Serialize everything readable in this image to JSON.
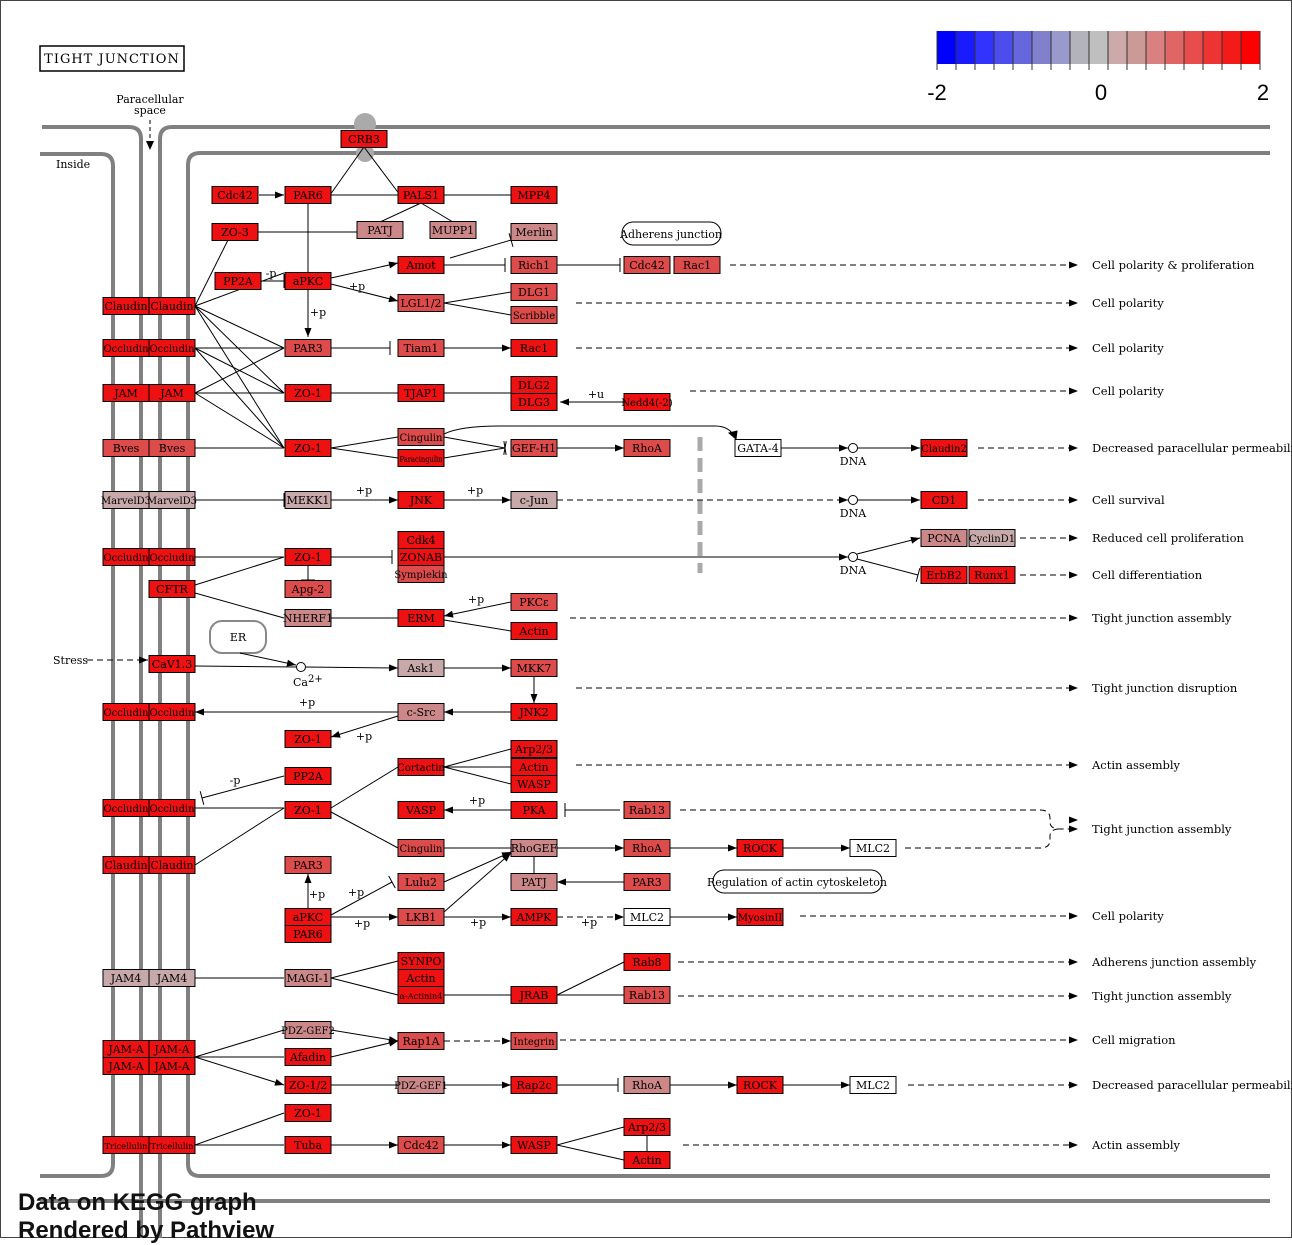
{
  "title": "TIGHT JUNCTION",
  "colorscale": {
    "min_label": "-2",
    "mid_label": "0",
    "max_label": "2",
    "colors": [
      "#0000ff",
      "#1a1aff",
      "#3333ff",
      "#4d4dee",
      "#6666dd",
      "#8080cc",
      "#9999cc",
      "#b3b3bb",
      "#bfbfbf",
      "#ccaaaa",
      "#cc9999",
      "#d98080",
      "#e06666",
      "#e84d4d",
      "#ee3333",
      "#f51a1a",
      "#ff0000"
    ]
  },
  "colors": {
    "red": "#ee1111",
    "mid": "#de4b4b",
    "pale": "#cc8888",
    "grey": "#c8a9a9",
    "white": "#ffffff",
    "membrane": "#808080"
  },
  "labels": {
    "paracellular": [
      "Paracellular",
      "space"
    ],
    "inside": "Inside",
    "stress": "Stress",
    "er": "ER",
    "ca": "Ca",
    "ca_charge": "2+",
    "dna": "DNA",
    "adherens": "Adherens junction",
    "regulation": "Regulation of actin cytoskeleton"
  },
  "nodes": [
    {
      "t": "CRB3",
      "c": "red"
    },
    {
      "t": "Cdc42",
      "c": "red"
    },
    {
      "t": "PAR6",
      "c": "red"
    },
    {
      "t": "PALS1",
      "c": "red"
    },
    {
      "t": "MPP4",
      "c": "red"
    },
    {
      "t": "ZO-3",
      "c": "red"
    },
    {
      "t": "PATJ",
      "c": "pale"
    },
    {
      "t": "MUPP1",
      "c": "pale"
    },
    {
      "t": "Merlin",
      "c": "pale"
    },
    {
      "t": "PP2A",
      "c": "red"
    },
    {
      "t": "aPKC",
      "c": "red"
    },
    {
      "t": "Amot",
      "c": "red"
    },
    {
      "t": "Rich1",
      "c": "mid"
    },
    {
      "t": "Cdc42",
      "c": "mid"
    },
    {
      "t": "Rac1",
      "c": "mid"
    },
    {
      "t": "Claudin",
      "c": "red"
    },
    {
      "t": "Claudin",
      "c": "red"
    },
    {
      "t": "LGL1/2",
      "c": "mid"
    },
    {
      "t": "DLG1",
      "c": "mid"
    },
    {
      "t": "Scribble",
      "c": "mid"
    },
    {
      "t": "Occludin",
      "c": "red"
    },
    {
      "t": "Occludin",
      "c": "red"
    },
    {
      "t": "PAR3",
      "c": "mid"
    },
    {
      "t": "Tiam1",
      "c": "mid"
    },
    {
      "t": "Rac1",
      "c": "red"
    },
    {
      "t": "JAM",
      "c": "red"
    },
    {
      "t": "JAM",
      "c": "red"
    },
    {
      "t": "ZO-1",
      "c": "red"
    },
    {
      "t": "TJAP1",
      "c": "red"
    },
    {
      "t": "DLG2",
      "c": "red"
    },
    {
      "t": "DLG3",
      "c": "red"
    },
    {
      "t": "Nedd4(-2)",
      "c": "red"
    },
    {
      "t": "Bves",
      "c": "mid"
    },
    {
      "t": "Bves",
      "c": "mid"
    },
    {
      "t": "ZO-1",
      "c": "red"
    },
    {
      "t": "Cingulin",
      "c": "mid"
    },
    {
      "t": "Paracingulin",
      "c": "red"
    },
    {
      "t": "GEF-H1",
      "c": "mid"
    },
    {
      "t": "RhoA",
      "c": "mid"
    },
    {
      "t": "GATA-4",
      "c": "white"
    },
    {
      "t": "Claudin2",
      "c": "red"
    },
    {
      "t": "MarvelD3",
      "c": "grey"
    },
    {
      "t": "MarvelD3",
      "c": "grey"
    },
    {
      "t": "MEKK1",
      "c": "grey"
    },
    {
      "t": "JNK",
      "c": "red"
    },
    {
      "t": "c-Jun",
      "c": "grey"
    },
    {
      "t": "CD1",
      "c": "red"
    },
    {
      "t": "Occludin",
      "c": "red"
    },
    {
      "t": "Occludin",
      "c": "red"
    },
    {
      "t": "ZO-1",
      "c": "red"
    },
    {
      "t": "Cdk4",
      "c": "red"
    },
    {
      "t": "ZONAB",
      "c": "red"
    },
    {
      "t": "Symplekin",
      "c": "mid"
    },
    {
      "t": "PCNA",
      "c": "pale"
    },
    {
      "t": "CyclinD1",
      "c": "grey"
    },
    {
      "t": "CFTR",
      "c": "red"
    },
    {
      "t": "Apg-2",
      "c": "mid"
    },
    {
      "t": "ErbB2",
      "c": "red"
    },
    {
      "t": "Runx1",
      "c": "red"
    },
    {
      "t": "NHERF1",
      "c": "pale"
    },
    {
      "t": "ERM",
      "c": "red"
    },
    {
      "t": "PKCε",
      "c": "mid"
    },
    {
      "t": "Actin",
      "c": "red"
    },
    {
      "t": "CaV1.3",
      "c": "red"
    },
    {
      "t": "Ask1",
      "c": "grey"
    },
    {
      "t": "MKK7",
      "c": "mid"
    },
    {
      "t": "Occludin",
      "c": "red"
    },
    {
      "t": "Occludin",
      "c": "red"
    },
    {
      "t": "c-Src",
      "c": "pale"
    },
    {
      "t": "JNK2",
      "c": "red"
    },
    {
      "t": "ZO-1",
      "c": "red"
    },
    {
      "t": "PP2A",
      "c": "red"
    },
    {
      "t": "Cortactin",
      "c": "red"
    },
    {
      "t": "Arp2/3",
      "c": "red"
    },
    {
      "t": "Actin",
      "c": "red"
    },
    {
      "t": "WASP",
      "c": "red"
    },
    {
      "t": "Occludin",
      "c": "red"
    },
    {
      "t": "Occludin",
      "c": "red"
    },
    {
      "t": "ZO-1",
      "c": "red"
    },
    {
      "t": "VASP",
      "c": "red"
    },
    {
      "t": "PKA",
      "c": "red"
    },
    {
      "t": "Rab13",
      "c": "mid"
    },
    {
      "t": "Claudin",
      "c": "red"
    },
    {
      "t": "Claudin",
      "c": "red"
    },
    {
      "t": "Cingulin",
      "c": "mid"
    },
    {
      "t": "RhoGEF",
      "c": "pale"
    },
    {
      "t": "RhoA",
      "c": "mid"
    },
    {
      "t": "ROCK",
      "c": "red"
    },
    {
      "t": "MLC2",
      "c": "white"
    },
    {
      "t": "PAR3",
      "c": "mid"
    },
    {
      "t": "Lulu2",
      "c": "mid"
    },
    {
      "t": "PATJ",
      "c": "pale"
    },
    {
      "t": "PAR3",
      "c": "mid"
    },
    {
      "t": "aPKC",
      "c": "red"
    },
    {
      "t": "PAR6",
      "c": "red"
    },
    {
      "t": "LKB1",
      "c": "mid"
    },
    {
      "t": "AMPK",
      "c": "red"
    },
    {
      "t": "MLC2",
      "c": "white"
    },
    {
      "t": "MyosinII",
      "c": "red"
    },
    {
      "t": "SYNPO",
      "c": "red"
    },
    {
      "t": "Actin",
      "c": "red"
    },
    {
      "t": "α-Actinin4",
      "c": "red"
    },
    {
      "t": "Rab8",
      "c": "red"
    },
    {
      "t": "JAM4",
      "c": "grey"
    },
    {
      "t": "JAM4",
      "c": "grey"
    },
    {
      "t": "MAGI-1",
      "c": "pale"
    },
    {
      "t": "JRAB",
      "c": "red"
    },
    {
      "t": "Rab13",
      "c": "mid"
    },
    {
      "t": "PDZ-GEF2",
      "c": "pale"
    },
    {
      "t": "Afadin",
      "c": "red"
    },
    {
      "t": "Rap1A",
      "c": "mid"
    },
    {
      "t": "Integrin",
      "c": "mid"
    },
    {
      "t": "JAM-A",
      "c": "red"
    },
    {
      "t": "JAM-A",
      "c": "red"
    },
    {
      "t": "JAM-A",
      "c": "red"
    },
    {
      "t": "JAM-A",
      "c": "red"
    },
    {
      "t": "ZO-1/2",
      "c": "red"
    },
    {
      "t": "PDZ-GEF1",
      "c": "pale"
    },
    {
      "t": "Rap2c",
      "c": "red"
    },
    {
      "t": "RhoA",
      "c": "pale"
    },
    {
      "t": "ROCK",
      "c": "red"
    },
    {
      "t": "MLC2",
      "c": "white"
    },
    {
      "t": "ZO-1",
      "c": "red"
    },
    {
      "t": "Tricellulin",
      "c": "red"
    },
    {
      "t": "Tricellulin",
      "c": "red"
    },
    {
      "t": "Tuba",
      "c": "red"
    },
    {
      "t": "Cdc42",
      "c": "mid"
    },
    {
      "t": "WASP",
      "c": "red"
    },
    {
      "t": "Arp2/3",
      "c": "red"
    },
    {
      "t": "Actin",
      "c": "red"
    }
  ],
  "outcomes": [
    "Cell polarity & proliferation",
    "Cell polarity",
    "Cell polarity",
    "Cell polarity",
    "Decreased paracellular permeability",
    "Cell survival",
    "Reduced cell proliferation",
    "Cell differentiation",
    "Tight junction assembly",
    "Tight junction disruption",
    "Actin assembly",
    "Tight junction assembly",
    "Cell polarity",
    "Adherens junction assembly",
    "Tight junction assembly",
    "Cell migration",
    "Decreased paracellular permeability",
    "Actin assembly"
  ],
  "edge_labels": [
    "-p",
    "+p",
    "+p",
    "+u",
    "+p",
    "+p",
    "+p",
    "+p",
    "+p",
    "-p",
    "+p",
    "+p",
    "+p",
    "+p",
    "+p",
    "+p"
  ],
  "footer": {
    "line1": "Data on KEGG graph",
    "line2": "Rendered by Pathview"
  }
}
